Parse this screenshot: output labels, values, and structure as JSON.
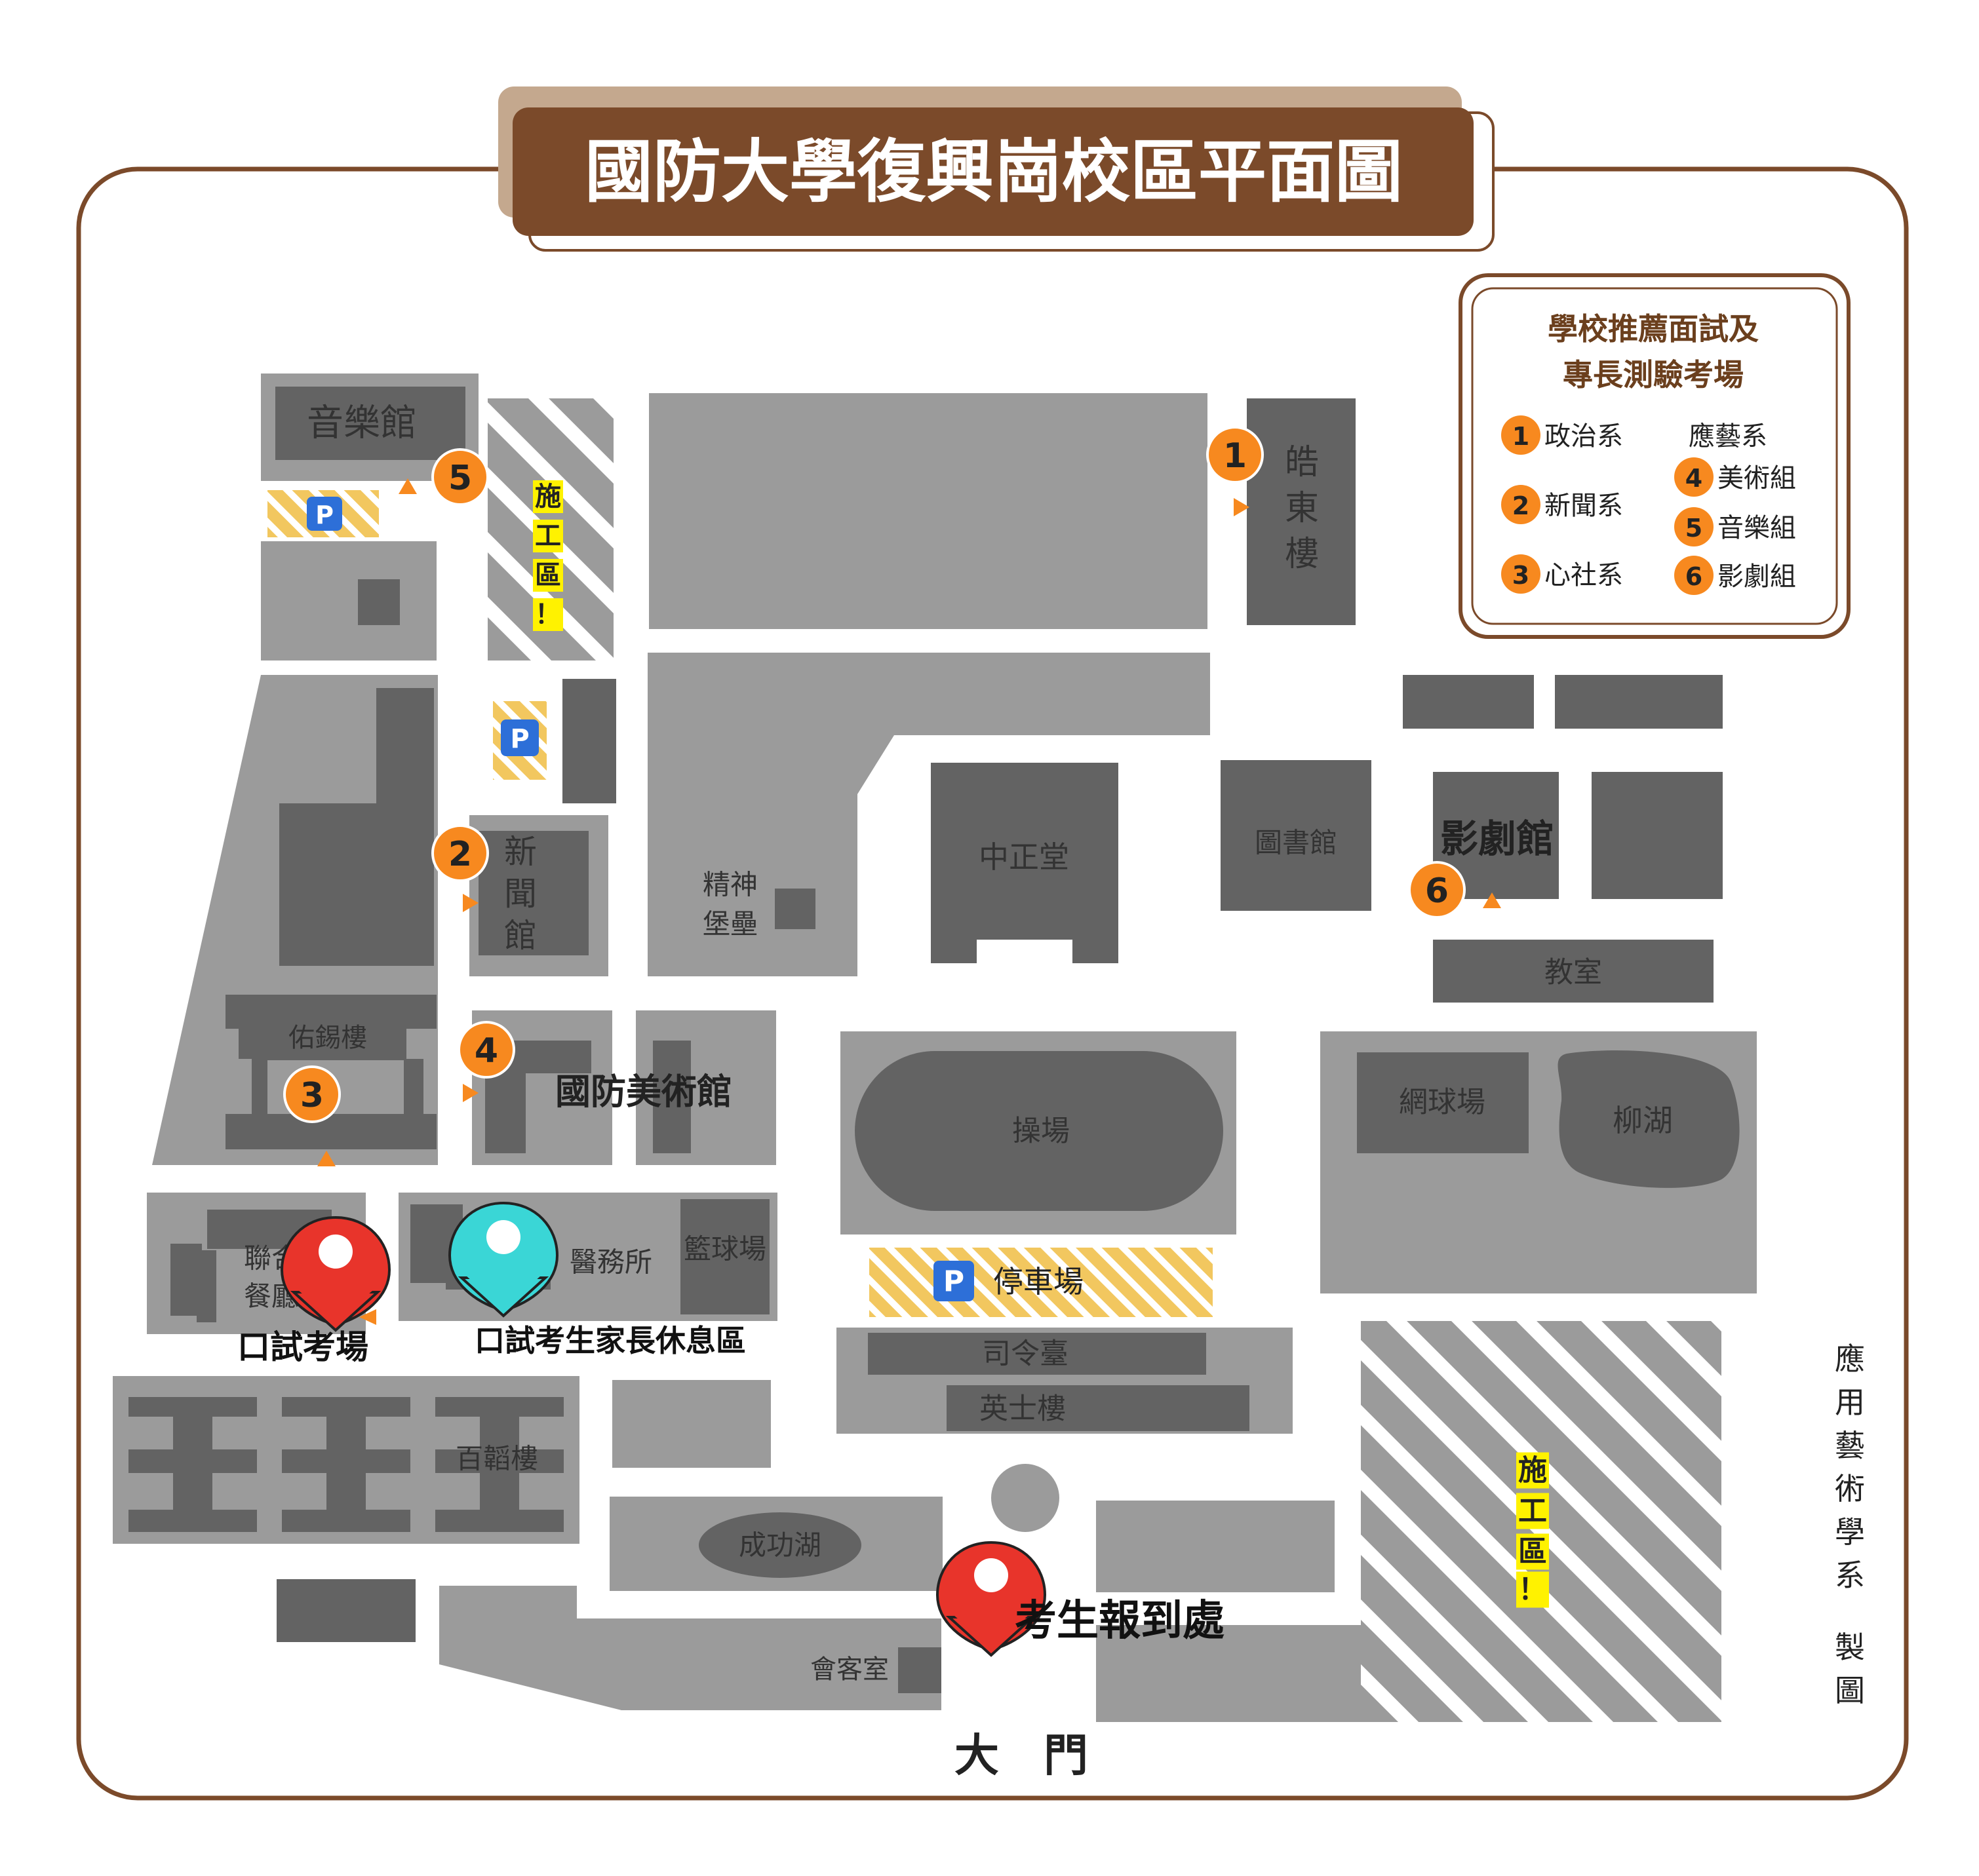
{
  "title": "國防大學復興崗校區平面圖",
  "legend": {
    "heading_line1": "學校推薦面試及",
    "heading_line2": "專長測驗考場",
    "applied_arts_header": "應藝系",
    "items": [
      {
        "num": "1",
        "label": "政治系"
      },
      {
        "num": "2",
        "label": "新聞系"
      },
      {
        "num": "3",
        "label": "心社系"
      },
      {
        "num": "4",
        "label": "美術組"
      },
      {
        "num": "5",
        "label": "音樂組"
      },
      {
        "num": "6",
        "label": "影劇組"
      }
    ]
  },
  "buildings": {
    "music_hall": "音樂館",
    "haodong_1": "皓",
    "haodong_2": "東",
    "haodong_3": "樓",
    "news_1": "新",
    "news_2": "聞",
    "news_3": "館",
    "spirit_1": "精神",
    "spirit_2": "堡壘",
    "zhongzheng": "中正堂",
    "library": "圖書館",
    "theater": "影劇館",
    "classroom": "教室",
    "youxi": "佑錫樓",
    "art_museum": "國防美術館",
    "playground": "操場",
    "tennis": "網球場",
    "willow_lake": "柳湖",
    "joint_1": "聯合",
    "joint_2": "餐廳",
    "clinic": "醫務所",
    "basketball": "籃球場",
    "parking": "停車場",
    "podium": "司令臺",
    "yingshi": "英士樓",
    "baitao": "百韜樓",
    "chenggong_lake": "成功湖",
    "reception": "會客室",
    "main_gate": "大　門"
  },
  "markers": {
    "exam_room": "口試考場",
    "parent_rest": "口試考生家長休息區",
    "checkin": "考生報到處"
  },
  "construction": {
    "line1": "施",
    "line2": "工",
    "line3": "區",
    "line4": "！"
  },
  "parking_symbol": "P",
  "credit": {
    "c1": "應",
    "c2": "用",
    "c3": "藝",
    "c4": "術",
    "c5": "學",
    "c6": "系",
    "c7": "製",
    "c8": "圖"
  },
  "colors": {
    "frame_brown": "#7b4a2a",
    "title_shadow": "#c4a88e",
    "light_gray": "#9b9b9b",
    "dark_gray": "#636363",
    "orange_marker": "#f7891f",
    "parking_yellow": "#f2c75f",
    "parking_blue": "#2d6fd8",
    "pin_red": "#e8342b",
    "pin_cyan": "#3ad6d6",
    "warning_yellow": "#fff200"
  }
}
